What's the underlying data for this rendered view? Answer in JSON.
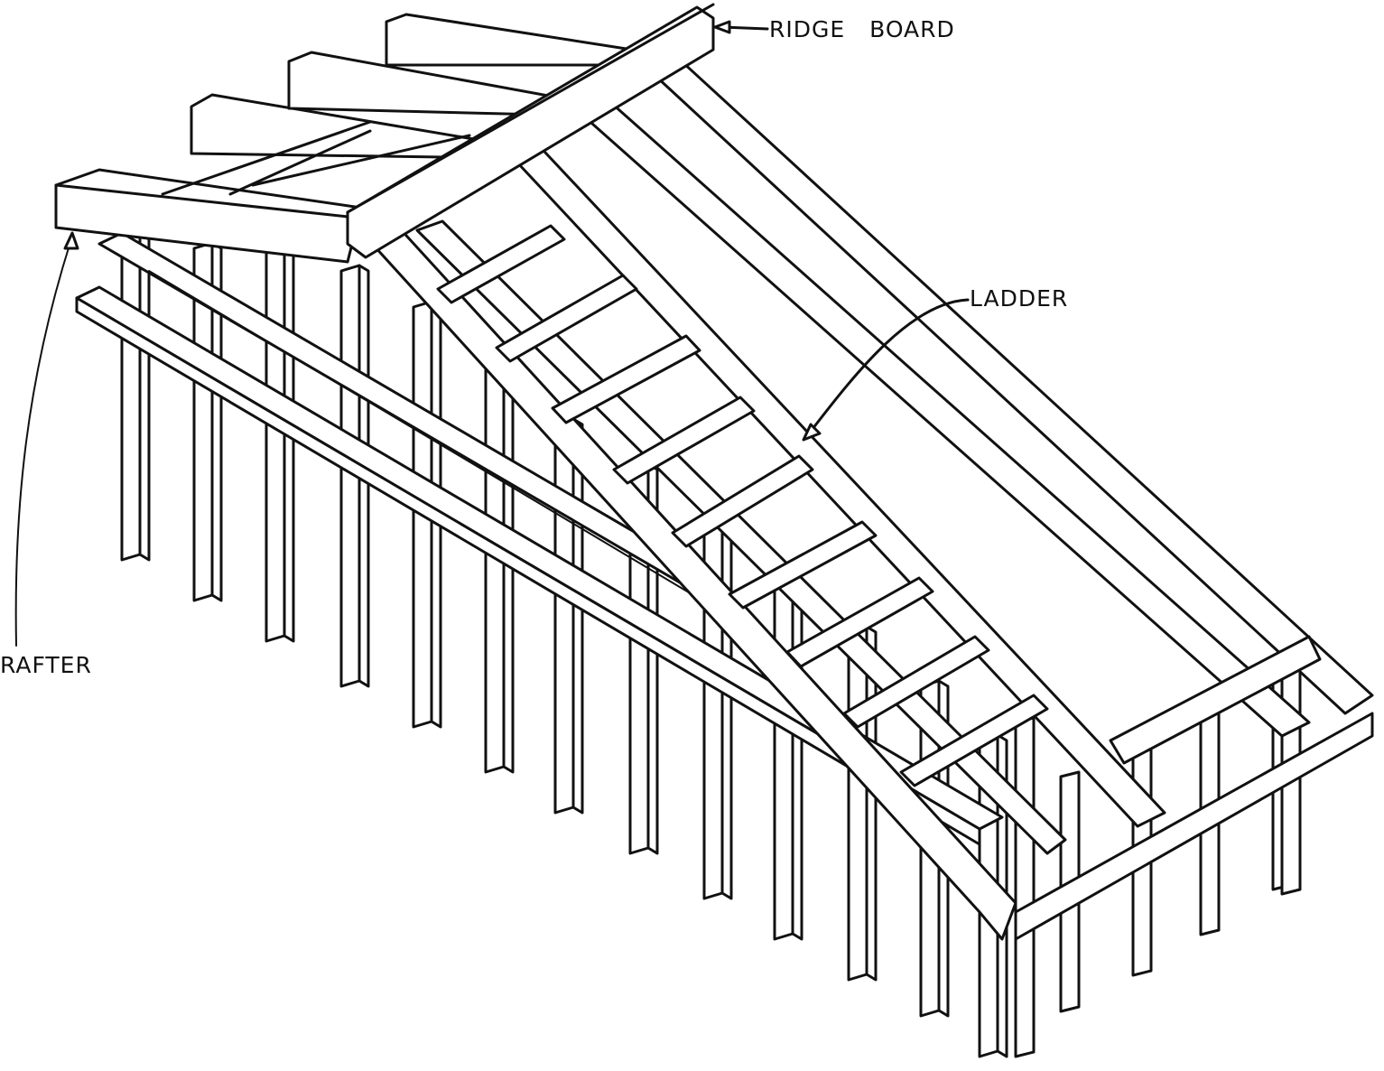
{
  "labels": {
    "ridge_board": "RIDGE BOARD",
    "ladder": "LADDER",
    "rafter": "RAFTER"
  },
  "colors": {
    "ink": "#111111",
    "paper": "#ffffff"
  }
}
